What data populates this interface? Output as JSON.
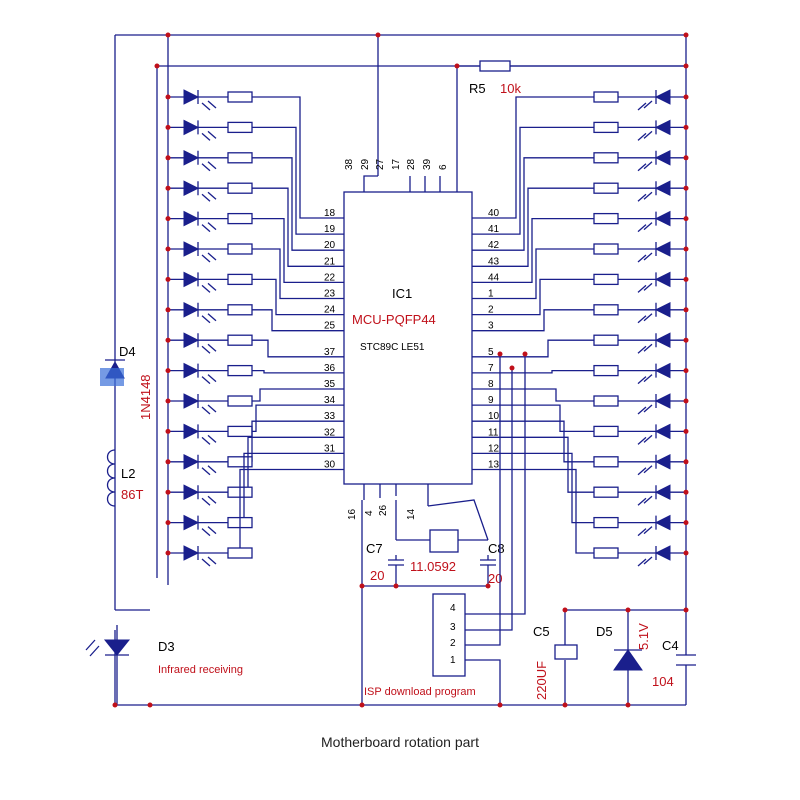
{
  "caption": "Motherboard rotation part",
  "ic": {
    "ref": "IC1",
    "part": "MCU-PQFP44",
    "subpart": "STC89C LE51"
  },
  "top_pins": [
    "38",
    "29",
    "27",
    "17",
    "28",
    "39",
    "6"
  ],
  "bottom_pins": [
    "16",
    "4",
    "26",
    "14"
  ],
  "left_pins": [
    "18",
    "19",
    "20",
    "21",
    "22",
    "23",
    "24",
    "25",
    "37",
    "36",
    "35",
    "34",
    "33",
    "32",
    "31",
    "30"
  ],
  "right_pins": [
    "40",
    "41",
    "42",
    "43",
    "44",
    "1",
    "2",
    "3",
    "5",
    "7",
    "8",
    "9",
    "10",
    "11",
    "12",
    "13"
  ],
  "components": {
    "r5": {
      "ref": "R5",
      "value": "10k"
    },
    "d4": {
      "ref": "D4",
      "value": "1N4148"
    },
    "l2": {
      "ref": "L2",
      "value": "86T"
    },
    "d3": {
      "ref": "D3",
      "note": "Infrared receiving"
    },
    "c7": {
      "ref": "C7",
      "value": "20"
    },
    "c8": {
      "ref": "C8",
      "value": "20"
    },
    "crystal": {
      "value": "11.0592"
    },
    "c5": {
      "ref": "C5",
      "value": "220UF"
    },
    "d5": {
      "ref": "D5",
      "value": "5.1V"
    },
    "c4": {
      "ref": "C4",
      "value": "104"
    },
    "isp": {
      "note": "ISP download program",
      "pins": [
        "4",
        "3",
        "2",
        "1"
      ]
    }
  },
  "colors": {
    "wire": "#1a1f8c",
    "value": "#c0101a",
    "junction": "#c0101a"
  }
}
